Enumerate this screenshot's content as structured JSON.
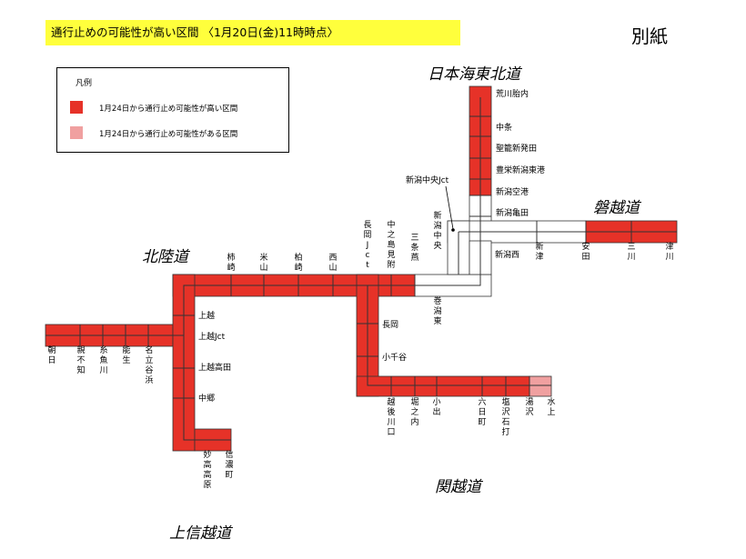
{
  "title": "通行止めの可能性が高い区間 〈1月20日(金)11時時点〉",
  "annex": "別紙",
  "legend": {
    "title": "凡例",
    "items": [
      {
        "label": "1月24日から通行止め可能性が高い区間",
        "color": "#e63228"
      },
      {
        "label": "1月24日から通行止め可能性がある区間",
        "color": "#f0a0a0"
      }
    ]
  },
  "colors": {
    "high": "#e63228",
    "possible": "#f0a0a0",
    "open": "#ffffff",
    "line": "#333333"
  },
  "road_names": {
    "nihonkai": "日本海東北道",
    "banetsu": "磐越道",
    "hokuriku": "北陸道",
    "kanetsu": "関越道",
    "joshinetsu": "上信越道"
  },
  "interchanges": {
    "nihonkai": [
      "荒川胎内",
      "中条",
      "聖籠新発田",
      "豊栄新潟東港",
      "新潟空港",
      "新潟亀田"
    ],
    "niigata_chuo_jct": "新潟中央Jct",
    "niigata_chuo": "新潟中央",
    "niigata_nishi": "新潟西",
    "maki_kata_higashi": "巻潟東",
    "banetsu": [
      "新津",
      "安田",
      "三川",
      "津川"
    ],
    "hokuriku_east": [
      "柿崎",
      "米山",
      "柏崎",
      "西山",
      "長岡Jct",
      "中之島見附",
      "三条燕"
    ],
    "hokuriku_west": [
      "朝日",
      "親不知",
      "糸魚川",
      "能生",
      "名立谷浜"
    ],
    "joshinetsu": [
      "上越",
      "上越Jct",
      "上越高田",
      "中郷"
    ],
    "joshinetsu_end": [
      "妙高高原",
      "信濃町"
    ],
    "kanetsu_side": [
      "長岡",
      "小千谷"
    ],
    "kanetsu_bottom": [
      "越後川口",
      "堀之内",
      "小出",
      "六日町",
      "塩沢石打",
      "湯沢",
      "水上"
    ]
  }
}
